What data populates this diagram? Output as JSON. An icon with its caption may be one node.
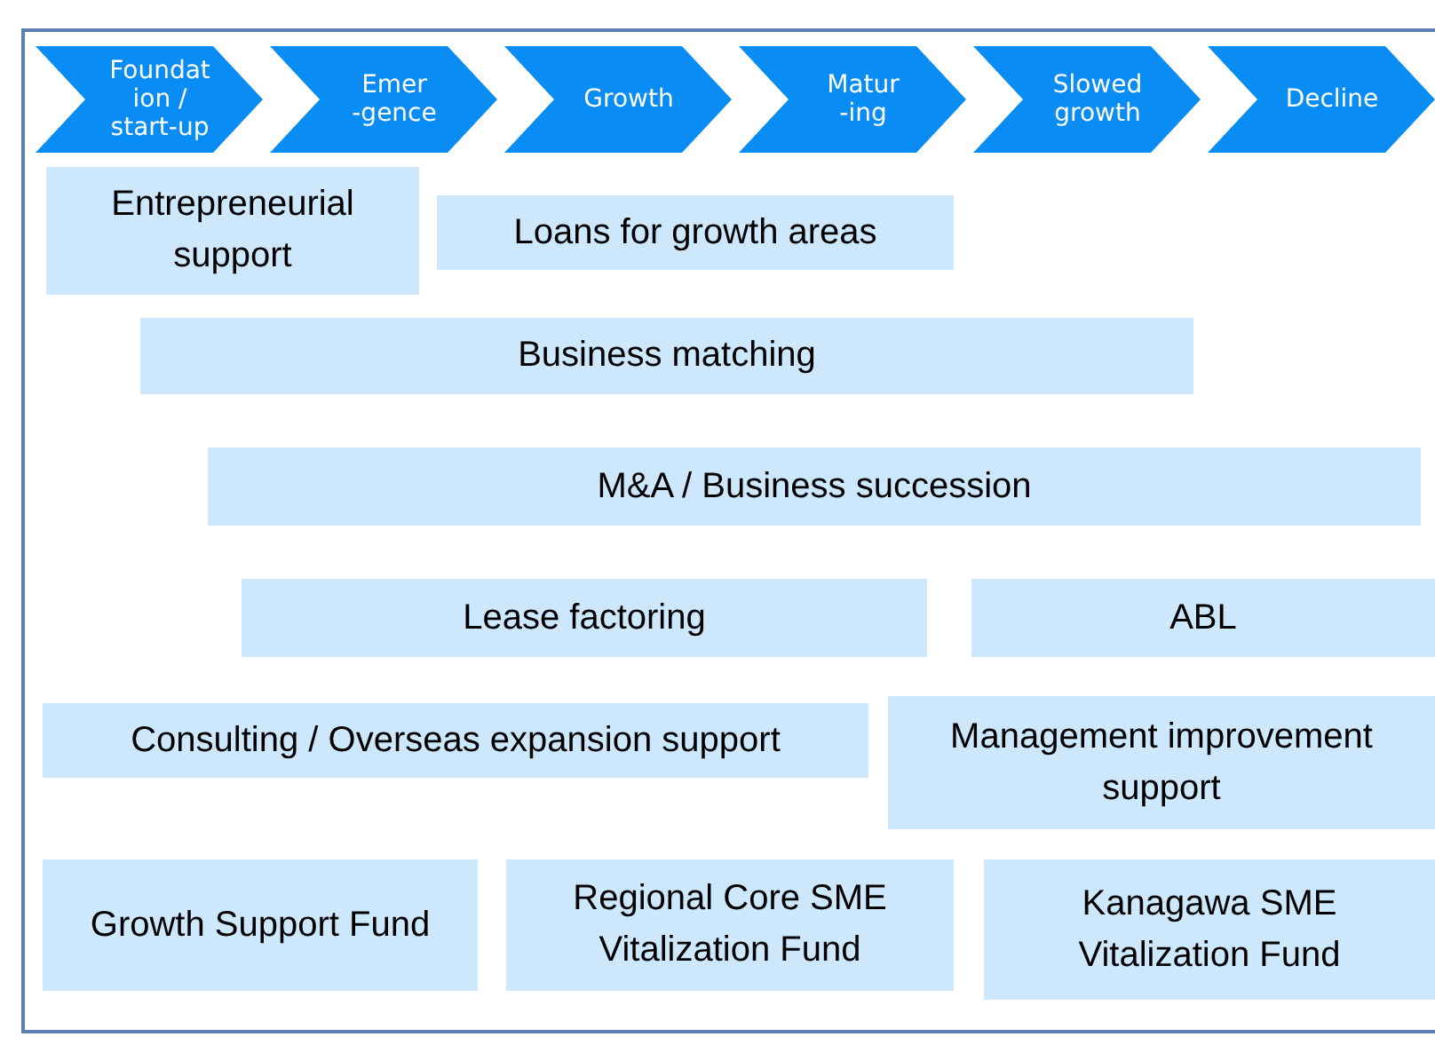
{
  "diagram": {
    "nodes": [
      {
        "text": [
          "Foundat ion / start-up"
        ]
      },
      {
        "text": [
          "Emer -gence"
        ]
      },
      {
        "text": [
          "Growth"
        ]
      },
      {
        "text": [
          "Matur -ing"
        ]
      },
      {
        "text": [
          "Slowed growth"
        ]
      },
      {
        "text": [
          "Decline"
        ]
      },
      {
        "text": [
          "Entrepreneurial support"
        ]
      },
      {
        "text": [
          "Loans for growth areas"
        ]
      },
      {
        "text": [
          "Business matching"
        ]
      },
      {
        "text": [
          "M&A / Business succession"
        ]
      },
      {
        "text": [
          "Lease factoring"
        ]
      },
      {
        "text": [
          "ABL"
        ]
      },
      {
        "text": [
          "Consulting / Overseas expansion support"
        ]
      },
      {
        "text": [
          "Management improvement support"
        ]
      },
      {
        "text": [
          "Growth Support Fund"
        ]
      },
      {
        "text": [
          "Regional Core SME Vitalization Fund"
        ]
      },
      {
        "text": [
          "Kanagawa SME Vitalization Fund"
        ]
      }
    ],
    "edges": []
  }
}
